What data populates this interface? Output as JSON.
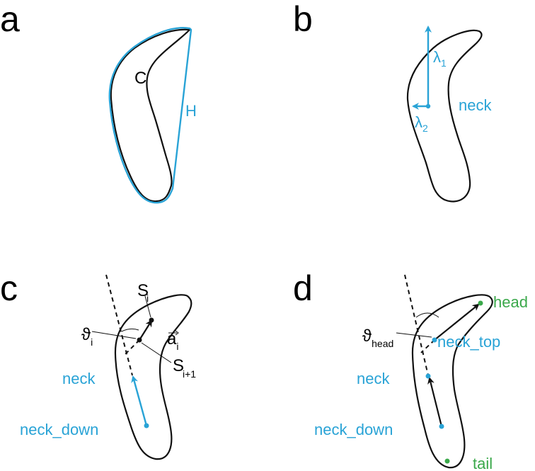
{
  "colors": {
    "blue": "#29a3d6",
    "green": "#3aa84a",
    "black": "#111111"
  },
  "panels": {
    "a": {
      "letter": "a",
      "contour_label": "C",
      "hull_label": "H"
    },
    "b": {
      "letter": "b",
      "lambda1": "λ",
      "lambda1_sub": "1",
      "lambda2": "λ",
      "lambda2_sub": "2",
      "neck": "neck"
    },
    "c": {
      "letter": "c",
      "s_i": "S",
      "s_i_sub": "i",
      "a_i": "a",
      "a_i_sub": "i",
      "s_i1": "S",
      "s_i1_sub": "i+1",
      "theta": "ϑ",
      "theta_sub": "i",
      "neck": "neck",
      "neck_down": "neck_down"
    },
    "d": {
      "letter": "d",
      "head": "head",
      "neck_top": "neck_top",
      "theta": "ϑ",
      "theta_sub": "head",
      "neck": "neck",
      "neck_down": "neck_down",
      "tail": "tail"
    }
  }
}
